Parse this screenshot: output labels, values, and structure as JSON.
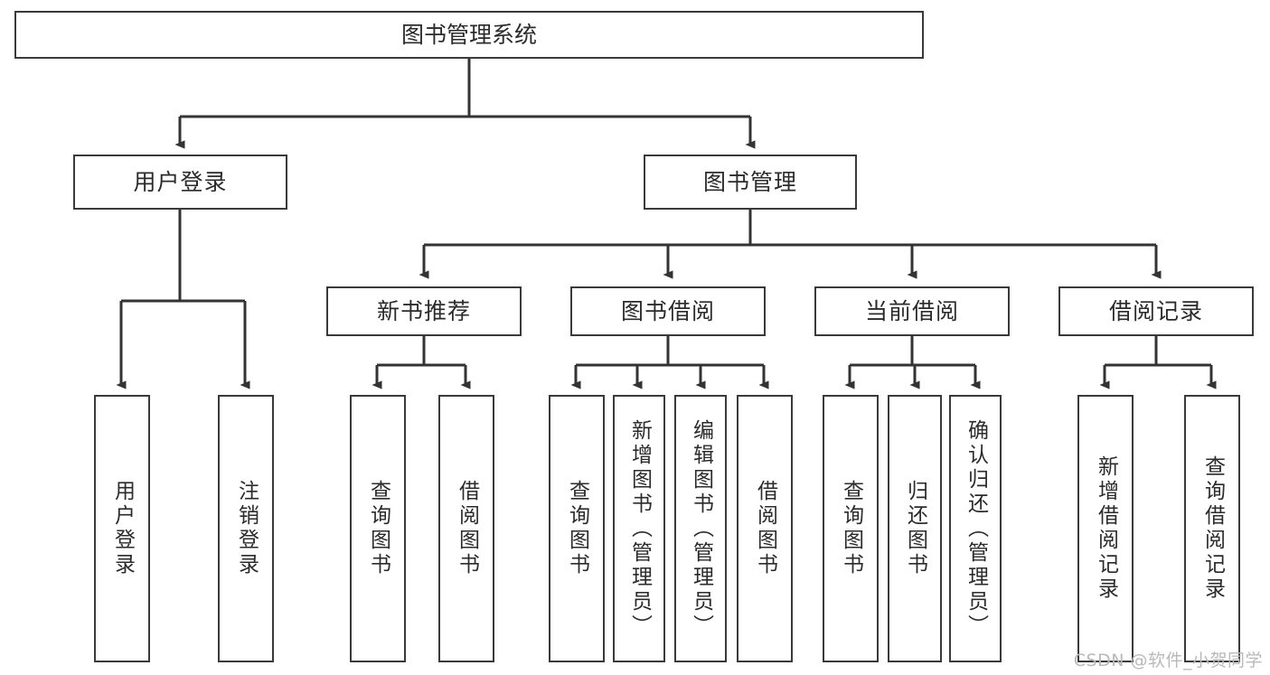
{
  "diagram": {
    "title": "图书管理系统",
    "type": "tree-hierarchy-diagram",
    "colors": {
      "box_border": "#3a3a3a",
      "box_fill": "#ffffff",
      "line": "#333333",
      "text": "#2b2b2b",
      "watermark": "#b9b9b9",
      "background": "#ffffff"
    },
    "root": {
      "label": "图书管理系统"
    },
    "level1": [
      {
        "label": "用户登录"
      },
      {
        "label": "图书管理"
      }
    ],
    "level2": [
      {
        "label": "新书推荐"
      },
      {
        "label": "图书借阅"
      },
      {
        "label": "当前借阅"
      },
      {
        "label": "借阅记录"
      }
    ],
    "leaves": {
      "user_login": [
        {
          "label": "用户登录"
        },
        {
          "label": "注销登录"
        }
      ],
      "new_book_recommend": [
        {
          "label": "查询图书"
        },
        {
          "label": "借阅图书"
        }
      ],
      "book_borrow": [
        {
          "label": "查询图书"
        },
        {
          "label": "新增图书（管理员）"
        },
        {
          "label": "编辑图书（管理员）"
        },
        {
          "label": "借阅图书"
        }
      ],
      "current_borrow": [
        {
          "label": "查询图书"
        },
        {
          "label": "归还图书"
        },
        {
          "label": "确认归还（管理员）"
        }
      ],
      "borrow_record": [
        {
          "label": "新增借阅记录"
        },
        {
          "label": "查询借阅记录"
        }
      ]
    }
  },
  "watermark": {
    "text": "CSDN @软件_小贺同学"
  }
}
